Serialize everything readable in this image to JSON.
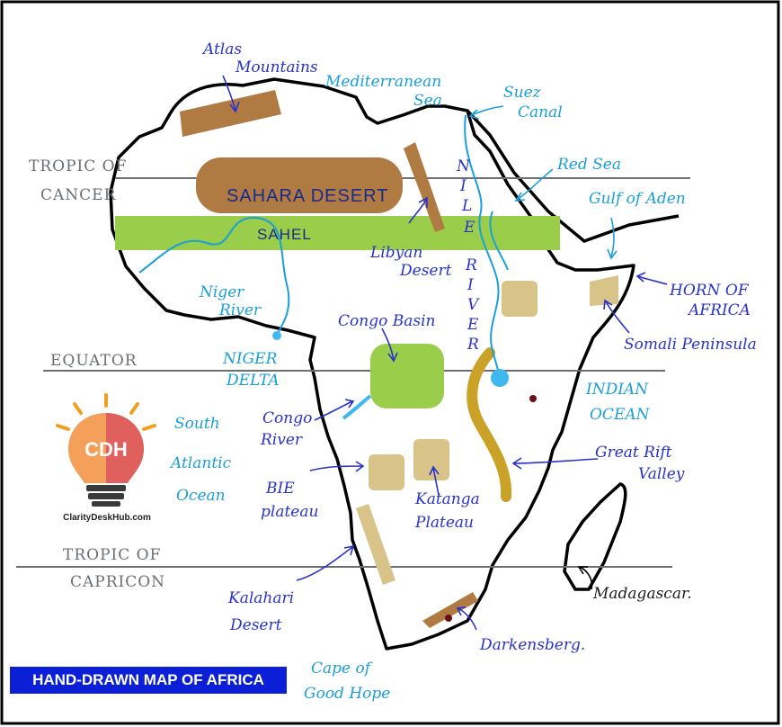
{
  "title": "HAND-DRAWN MAP OF AFRICA",
  "logo": {
    "initials": "CDH",
    "site": "ClarityDeskHub.com",
    "icon": "lightbulb-brain-icon"
  },
  "lines": {
    "tropic_cancer": [
      "TROPIC OF",
      "CANCER"
    ],
    "equator": "EQUATOR",
    "tropic_capricorn": [
      "TROPIC OF",
      "CAPRICON"
    ]
  },
  "regions": {
    "sahara": "SAHARA DESERT",
    "sahel": "SAHEL"
  },
  "labels": {
    "atlas": [
      "Atlas",
      "Mountains"
    ],
    "mediterranean": [
      "Mediterranean",
      "Sea"
    ],
    "suez": [
      "Suez",
      "Canal"
    ],
    "red_sea": "Red Sea",
    "gulf_aden": "Gulf of Aden",
    "nile": [
      "N",
      "I",
      "L",
      "E"
    ],
    "river": [
      "R",
      "I",
      "V",
      "E",
      "R"
    ],
    "libyan": [
      "Libyan",
      "Desert"
    ],
    "niger_river": [
      "Niger",
      "River"
    ],
    "congo_basin": "Congo Basin",
    "horn": [
      "HORN OF",
      "AFRICA"
    ],
    "somali": "Somali Peninsula",
    "niger_delta": [
      "NIGER",
      "DELTA"
    ],
    "indian_ocean": [
      "INDIAN",
      "OCEAN"
    ],
    "south_atlantic": [
      "South",
      "Atlantic",
      "Ocean"
    ],
    "congo_river": [
      "Congo",
      "River"
    ],
    "bie": [
      "BIE",
      "plateau"
    ],
    "katanga": [
      "Katanga",
      "Plateau"
    ],
    "rift": [
      "Great Rift",
      "Valley"
    ],
    "madagascar": "Madagascar.",
    "kalahari": [
      "Kalahari",
      "Desert"
    ],
    "darkensberg": "Darkensberg.",
    "cape": [
      "Cape of",
      "Good Hope"
    ]
  },
  "colors": {
    "brown": "#b07a43",
    "green": "#9acd4a",
    "plateau": "#d8c389",
    "gold": "#c9a227",
    "label_blue": "#2a33c9",
    "label_cyan": "#1a9fd8",
    "title_bg": "#0b1fd6"
  }
}
